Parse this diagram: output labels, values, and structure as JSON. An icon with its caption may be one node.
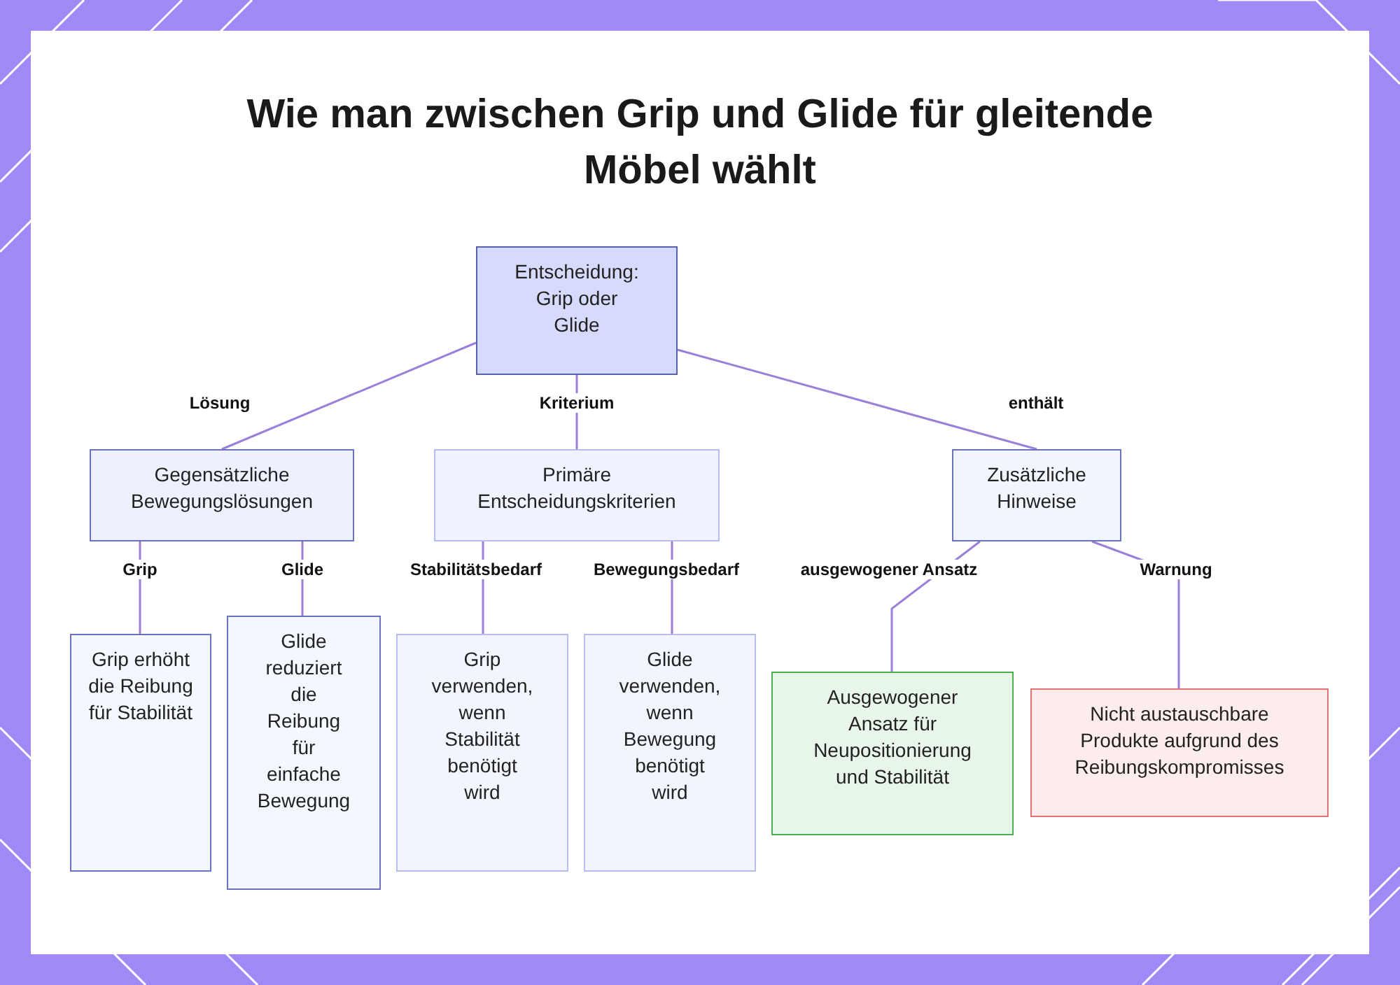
{
  "diagram": {
    "title": "Wie man zwischen Grip und Glide für gleitende Möbel wählt",
    "nodes": [
      {
        "text": [
          "Entscheidung: Grip oder Glide"
        ]
      },
      {
        "text": [
          "Gegensätzliche Bewegungslösungen"
        ]
      },
      {
        "text": [
          "Primäre Entscheidungskriterien"
        ]
      },
      {
        "text": [
          "Zusätzliche Hinweise"
        ]
      },
      {
        "text": [
          "Grip erhöht die Reibung für Stabilität"
        ]
      },
      {
        "text": [
          "Glide reduziert die Reibung für einfache Bewegung"
        ]
      },
      {
        "text": [
          "Grip verwenden, wenn Stabilität benötigt wird"
        ]
      },
      {
        "text": [
          "Glide verwenden, wenn Bewegung benötigt wird"
        ]
      },
      {
        "text": [
          "Ausgewogener Ansatz für Neupositionierung und Stabilität"
        ]
      },
      {
        "text": [
          "Nicht austauschbare Produkte aufgrund des Reibungskompromisses"
        ]
      }
    ],
    "edges": [
      {
        "from": 0,
        "to": 1,
        "arrow": "none",
        "label": "Lösung"
      },
      {
        "from": 0,
        "to": 2,
        "arrow": "none",
        "label": "Kriterium"
      },
      {
        "from": 0,
        "to": 3,
        "arrow": "none",
        "label": "enthält"
      },
      {
        "from": 1,
        "to": 4,
        "arrow": "none",
        "label": "Grip"
      },
      {
        "from": 1,
        "to": 5,
        "arrow": "none",
        "label": "Glide"
      },
      {
        "from": 2,
        "to": 6,
        "arrow": "none",
        "label": "Stabilitätsbedarf"
      },
      {
        "from": 2,
        "to": 7,
        "arrow": "none",
        "label": "Bewegungsbedarf"
      },
      {
        "from": 3,
        "to": 8,
        "arrow": "none",
        "label": "ausgewogener Ansatz"
      },
      {
        "from": 3,
        "to": 9,
        "arrow": "none",
        "label": "Warnung"
      }
    ]
  }
}
